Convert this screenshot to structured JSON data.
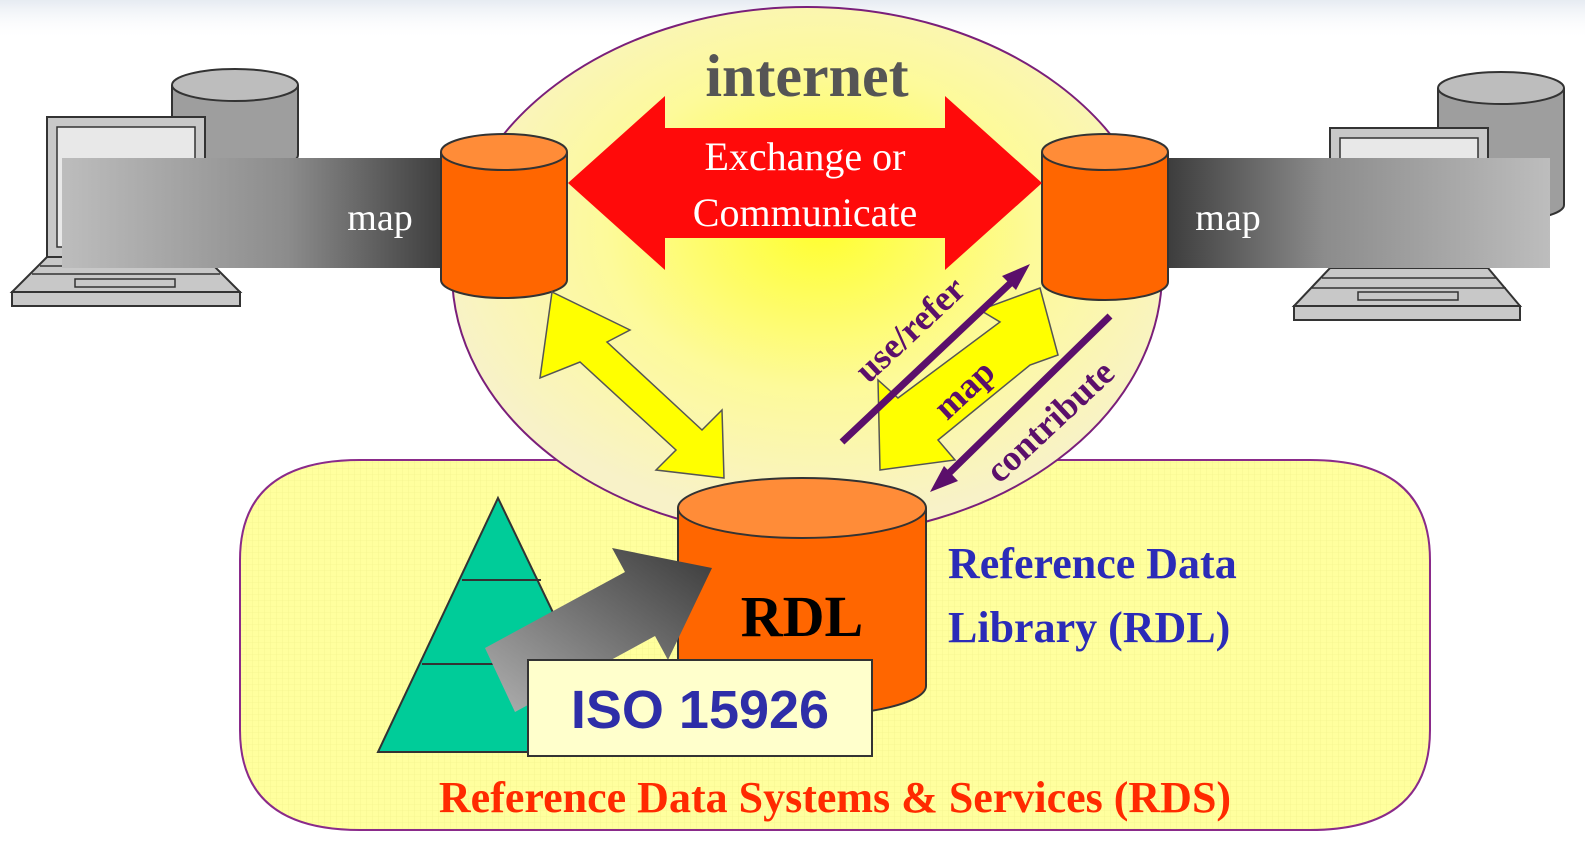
{
  "labels": {
    "internet": "internet",
    "exchange_line1": "Exchange or",
    "exchange_line2": "Communicate",
    "map_left": "map",
    "map_right": "map",
    "use_refer": "use/refer",
    "map_center": "map",
    "contribute": "contribute",
    "rdl": "RDL",
    "rdl_title_line1": "Reference Data",
    "rdl_title_line2": "Library (RDL)",
    "iso": "ISO 15926",
    "rds": "Reference Data Systems & Services (RDS)"
  },
  "colors": {
    "cloud_fill": "#fbf7b8",
    "rds_fill": "#ffff9e",
    "cylinder_orange": "#ff6600",
    "cylinder_top": "#ff8c38",
    "exchange_arrow": "#ff0a0a",
    "yellow_arrow": "#ffff00",
    "purple": "#5b0f6b",
    "rdl_title_blue": "#2b2bb8",
    "rds_red": "#ff2a00",
    "iso_blue": "#2e2ea8",
    "pyramid_green": "#00cc99",
    "internet_gray": "#555555"
  },
  "icons": [
    "laptop-icon",
    "database-icon",
    "pyramid-icon"
  ]
}
